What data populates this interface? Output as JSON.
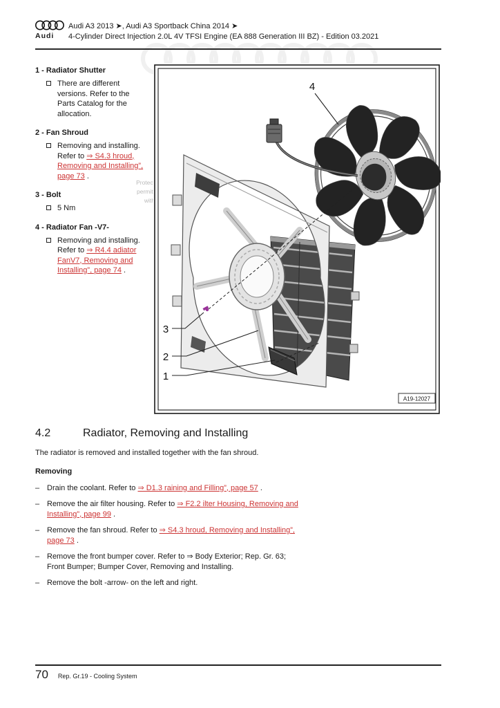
{
  "colors": {
    "link_red": "#cc3333",
    "bolt_magenta": "#993399"
  },
  "header": {
    "wordmark": "Audi",
    "line1": "Audi A3 2013 ➤, Audi A3 Sportback China 2014 ➤",
    "line2": "4-Cylinder Direct Injection 2.0L 4V TFSI Engine (EA 888 Generation III BZ) - Edition 03.2021"
  },
  "parts": [
    {
      "label": "1 - Radiator Shutter",
      "note_pre": "There are different versions. Refer to the Parts Catalog for the allocation.",
      "note_link": "",
      "note_post": ""
    },
    {
      "label": "2 - Fan Shroud",
      "note_pre": "Removing and installing. Refer to ",
      "note_link": "⇒ S4.3 hroud, Removing and Installing”, page 73",
      "note_post": " ."
    },
    {
      "label": "3 - Bolt",
      "note_pre": "5 Nm",
      "note_link": "",
      "note_post": ""
    },
    {
      "label": "4 - Radiator Fan -V7-",
      "note_pre": "Removing and installing. Refer to ",
      "note_link": "⇒ R4.4 adiator FanV7, Removing and Installing”, page 74",
      "note_post": " ."
    }
  ],
  "diagram": {
    "callouts": [
      "1",
      "2",
      "3",
      "4"
    ],
    "figure_label": "A19-12027",
    "watermark": [
      "Protect",
      "permitt",
      "with"
    ]
  },
  "section": {
    "number": "4.2",
    "title": "Radiator, Removing and Installing",
    "intro": "The radiator is removed and installed together with the fan shroud.",
    "subheading": "Removing",
    "bullet": "–",
    "steps": [
      {
        "pre": "Drain the coolant. Refer to ",
        "link": "⇒ D1.3 raining and Filling”, page 57",
        "post": " ."
      },
      {
        "pre": "Remove the air filter housing. Refer to ",
        "link": "⇒ F2.2 ilter Housing, Removing and Installing”, page 99",
        "post": " ."
      },
      {
        "pre": "Remove the fan shroud. Refer to ",
        "link": "⇒ S4.3 hroud, Removing and Installing”, page 73",
        "post": " ."
      },
      {
        "pre": "Remove the front bumper cover. Refer to ⇒ Body Exterior; Rep. Gr. 63; Front Bumper; Bumper Cover, Removing and Installing.",
        "link": "",
        "post": ""
      },
      {
        "pre": "Remove the bolt -arrow- on the left and right.",
        "link": "",
        "post": ""
      }
    ]
  },
  "footer": {
    "page_number": "70",
    "text": "Rep. Gr.19 - Cooling System"
  }
}
